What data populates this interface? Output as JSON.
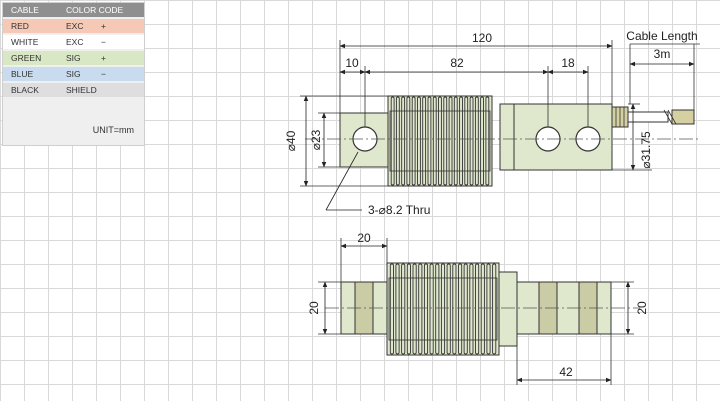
{
  "cable_table": {
    "header": {
      "cable": "CABLE",
      "color_code": "COLOR CODE"
    },
    "rows": [
      {
        "color": "RED",
        "signal": "EXC",
        "polarity": "+",
        "bg": "#f6c9b6"
      },
      {
        "color": "WHITE",
        "signal": "EXC",
        "polarity": "−",
        "bg": "#ffffff"
      },
      {
        "color": "GREEN",
        "signal": "SIG",
        "polarity": "+",
        "bg": "#d8e7c4"
      },
      {
        "color": "BLUE",
        "signal": "SIG",
        "polarity": "−",
        "bg": "#c9dcef"
      },
      {
        "color": "BLACK",
        "signal": "SHIELD",
        "polarity": "",
        "bg": "#dedede"
      }
    ],
    "unit": "UNIT=mm"
  },
  "top_view": {
    "overall_length": "120",
    "cable_length_label": "Cable Length",
    "cable_length_value": "3m",
    "dim_10": "10",
    "dim_82": "82",
    "dim_18": "18",
    "dia_40": "⌀40",
    "dia_23": "⌀23",
    "dia_3175": "⌀31.75",
    "hole_callout": "3-⌀8.2 Thru"
  },
  "bottom_view": {
    "dim_20_top": "20",
    "dim_20_left": "20",
    "dim_20_right": "20",
    "dim_42": "42"
  },
  "colors": {
    "body": "#dfe8cd",
    "band": "#c9cca4",
    "outline": "#333333"
  }
}
